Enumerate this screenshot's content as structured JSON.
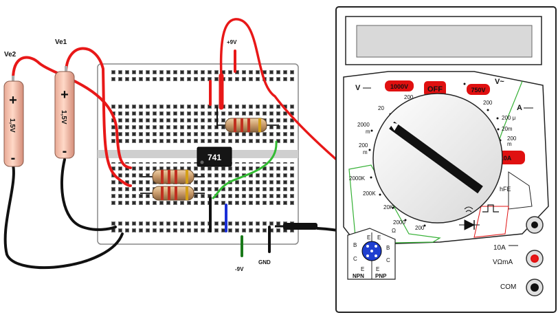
{
  "batteries": [
    {
      "name": "Ve2",
      "voltage": "1,5V",
      "plus": "+",
      "minus": "-"
    },
    {
      "name": "Ve1",
      "voltage": "1,5V",
      "plus": "+",
      "minus": "-"
    }
  ],
  "rails": {
    "positive": "+9V",
    "negative": "-9V",
    "ground": "GND"
  },
  "chip": {
    "label": "741"
  },
  "meter": {
    "dcv_label": "V",
    "acv_label": "V~",
    "dca_label": "A",
    "dcv_max": "1000V",
    "off": "OFF",
    "acv_max": "750V",
    "amp_max": "10A",
    "hfe": "hFE",
    "ranges": {
      "v200": "200",
      "v20": "20",
      "v2000m": "2000",
      "m1": "m",
      "v200m": "200",
      "m2": "m",
      "r2000k": "2000K",
      "r200k": "200K",
      "r20k": "20K",
      "r2000": "2000",
      "ohm": "Ω",
      "r200": "200",
      "a200u": "200 μ",
      "a20m": "20m",
      "a200m": "200",
      "m3": "m",
      "acv200": "200"
    },
    "socket": {
      "tenA": "10A",
      "vomega": "VΩmA",
      "com": "COM",
      "npn": "NPN",
      "pnp": "PNP",
      "pins_npn": [
        "E",
        "B",
        "C",
        "E"
      ],
      "pins_pnp": [
        "E",
        "B",
        "C",
        "E"
      ]
    },
    "colors": {
      "red": "#e01010",
      "green": "#33b033",
      "body": "#ffffff"
    }
  },
  "wire_colors": {
    "red": "#e81818",
    "black": "#111111",
    "green": "#33bb33",
    "blue": "#1a2fd8",
    "darkgreen": "#1a7a1a"
  }
}
